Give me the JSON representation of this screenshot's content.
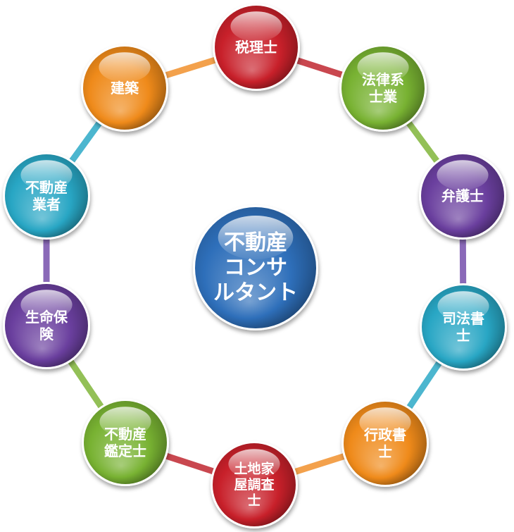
{
  "center": {
    "lines": [
      "不動産",
      "コンサ",
      "ルタント"
    ],
    "color": "#2e6fba"
  },
  "nodes": [
    {
      "id": "tax-accountant",
      "lines": [
        "税理士"
      ],
      "color": "#c8202a"
    },
    {
      "id": "legal-professions",
      "lines": [
        "法律系",
        "士業"
      ],
      "color": "#78b232"
    },
    {
      "id": "lawyer",
      "lines": [
        "弁護士"
      ],
      "color": "#6a3f9e"
    },
    {
      "id": "judicial-scrivener",
      "lines": [
        "司法書",
        "士"
      ],
      "color": "#28a6c4"
    },
    {
      "id": "administrative-scrivener",
      "lines": [
        "行政書",
        "士"
      ],
      "color": "#ef8a1a"
    },
    {
      "id": "land-house-investigator",
      "lines": [
        "土地家",
        "屋調査",
        "士"
      ],
      "color": "#c8202a"
    },
    {
      "id": "real-estate-appraiser",
      "lines": [
        "不動産",
        "鑑定士"
      ],
      "color": "#78b232"
    },
    {
      "id": "life-insurance",
      "lines": [
        "生命保",
        "険"
      ],
      "color": "#6a3f9e"
    },
    {
      "id": "real-estate-agent",
      "lines": [
        "不動産",
        "業者"
      ],
      "color": "#28a6c4"
    },
    {
      "id": "construction",
      "lines": [
        "建築"
      ],
      "color": "#ef8a1a"
    }
  ],
  "ring_colors": [
    "#c9474f",
    "#93c057",
    "#8a69b8",
    "#4cb6cf",
    "#f3a14c",
    "#c9474f",
    "#93c057",
    "#8a69b8",
    "#4cb6cf",
    "#f3a14c"
  ]
}
